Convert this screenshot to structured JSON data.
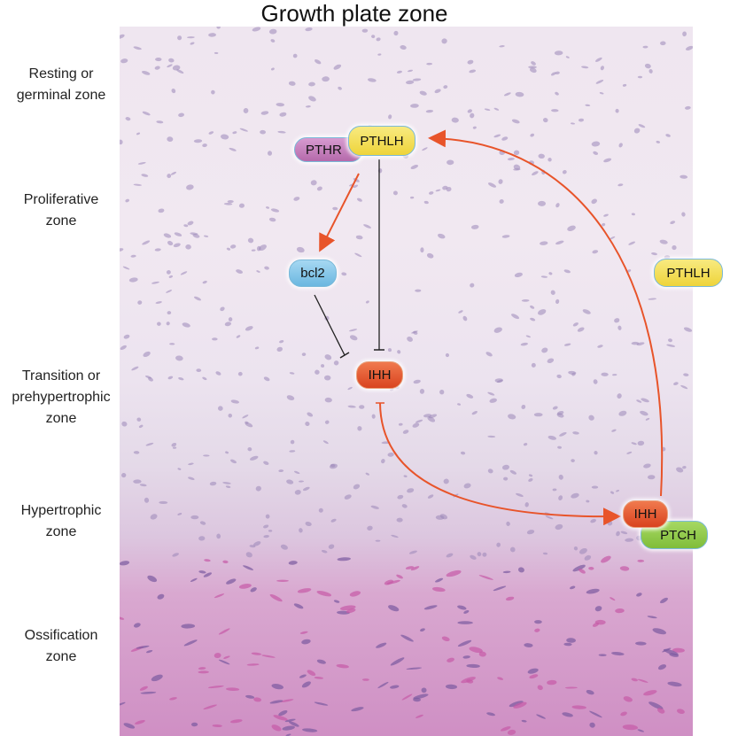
{
  "title": "Growth plate zone",
  "zones": [
    [
      "Resting or",
      "germinal zone"
    ],
    [
      "Proliferative",
      "zone"
    ],
    [
      "Transition or",
      "prehypertrophic",
      "zone"
    ],
    [
      "Hypertrophic",
      "zone"
    ],
    [
      "Ossification",
      "zone"
    ]
  ],
  "molecules": {
    "pthr": "PTHR",
    "pthlh": "PTHLH",
    "bcl2": "bcl2",
    "ihh": "IHH",
    "pthlh_secreted": "PTHLH",
    "ihh_bound": "IHH",
    "ptch": "PTCH"
  },
  "colors": {
    "activation": "#e8542a",
    "inhibition": "#222222",
    "pthr": "#c079b8",
    "pthlh": "#f3df55",
    "bcl2": "#7cc3e6",
    "ihh": "#e2532d",
    "ptch": "#8cc53f"
  }
}
